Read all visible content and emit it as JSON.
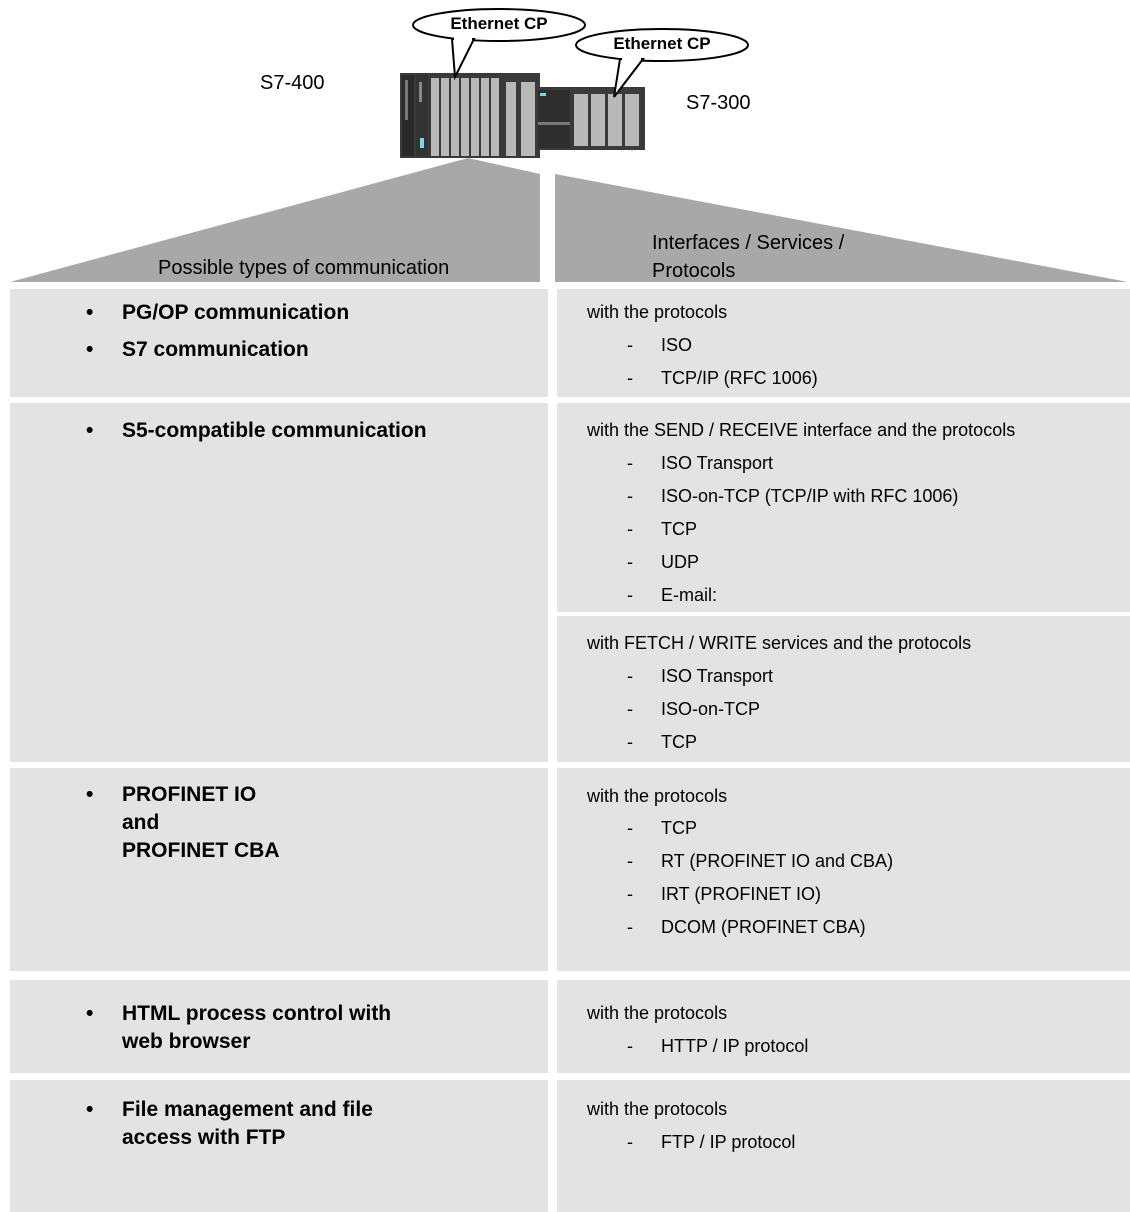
{
  "diagram": {
    "labels": {
      "s7_400": "S7-400",
      "s7_300": "S7-300",
      "callout_left": "Ethernet CP",
      "callout_right": "Ethernet CP"
    },
    "headers": {
      "left": "Possible types of communication",
      "right": "Interfaces / Services / Protocols"
    },
    "rows": [
      {
        "bullets": [
          "PG/OP communication",
          "S7 communication"
        ],
        "right": [
          {
            "intro": "with the protocols",
            "items": [
              "ISO",
              "TCP/IP (RFC 1006)"
            ]
          }
        ]
      },
      {
        "bullets": [
          "S5-compatible communication"
        ],
        "right": [
          {
            "intro": "with the SEND / RECEIVE interface and the protocols",
            "items": [
              "ISO Transport",
              "ISO-on-TCP (TCP/IP with RFC 1006)",
              "TCP",
              "UDP",
              "E-mail:"
            ]
          },
          {
            "intro": "with FETCH / WRITE services and the protocols",
            "items": [
              "ISO Transport",
              "ISO-on-TCP",
              "TCP"
            ]
          }
        ]
      },
      {
        "bullets": [
          "PROFINET IO\nand\nPROFINET CBA"
        ],
        "right": [
          {
            "intro": "with the protocols",
            "items": [
              "TCP",
              "RT (PROFINET IO and CBA)",
              "IRT (PROFINET IO)",
              "DCOM (PROFINET CBA)"
            ]
          }
        ]
      },
      {
        "bullets": [
          "HTML process control with\nweb browser"
        ],
        "right": [
          {
            "intro": "with the protocols",
            "items": [
              "HTTP / IP protocol"
            ]
          }
        ]
      },
      {
        "bullets": [
          "File management and file\naccess with FTP"
        ],
        "right": [
          {
            "intro": "with the protocols",
            "items": [
              "FTP / IP protocol"
            ]
          }
        ]
      }
    ]
  }
}
